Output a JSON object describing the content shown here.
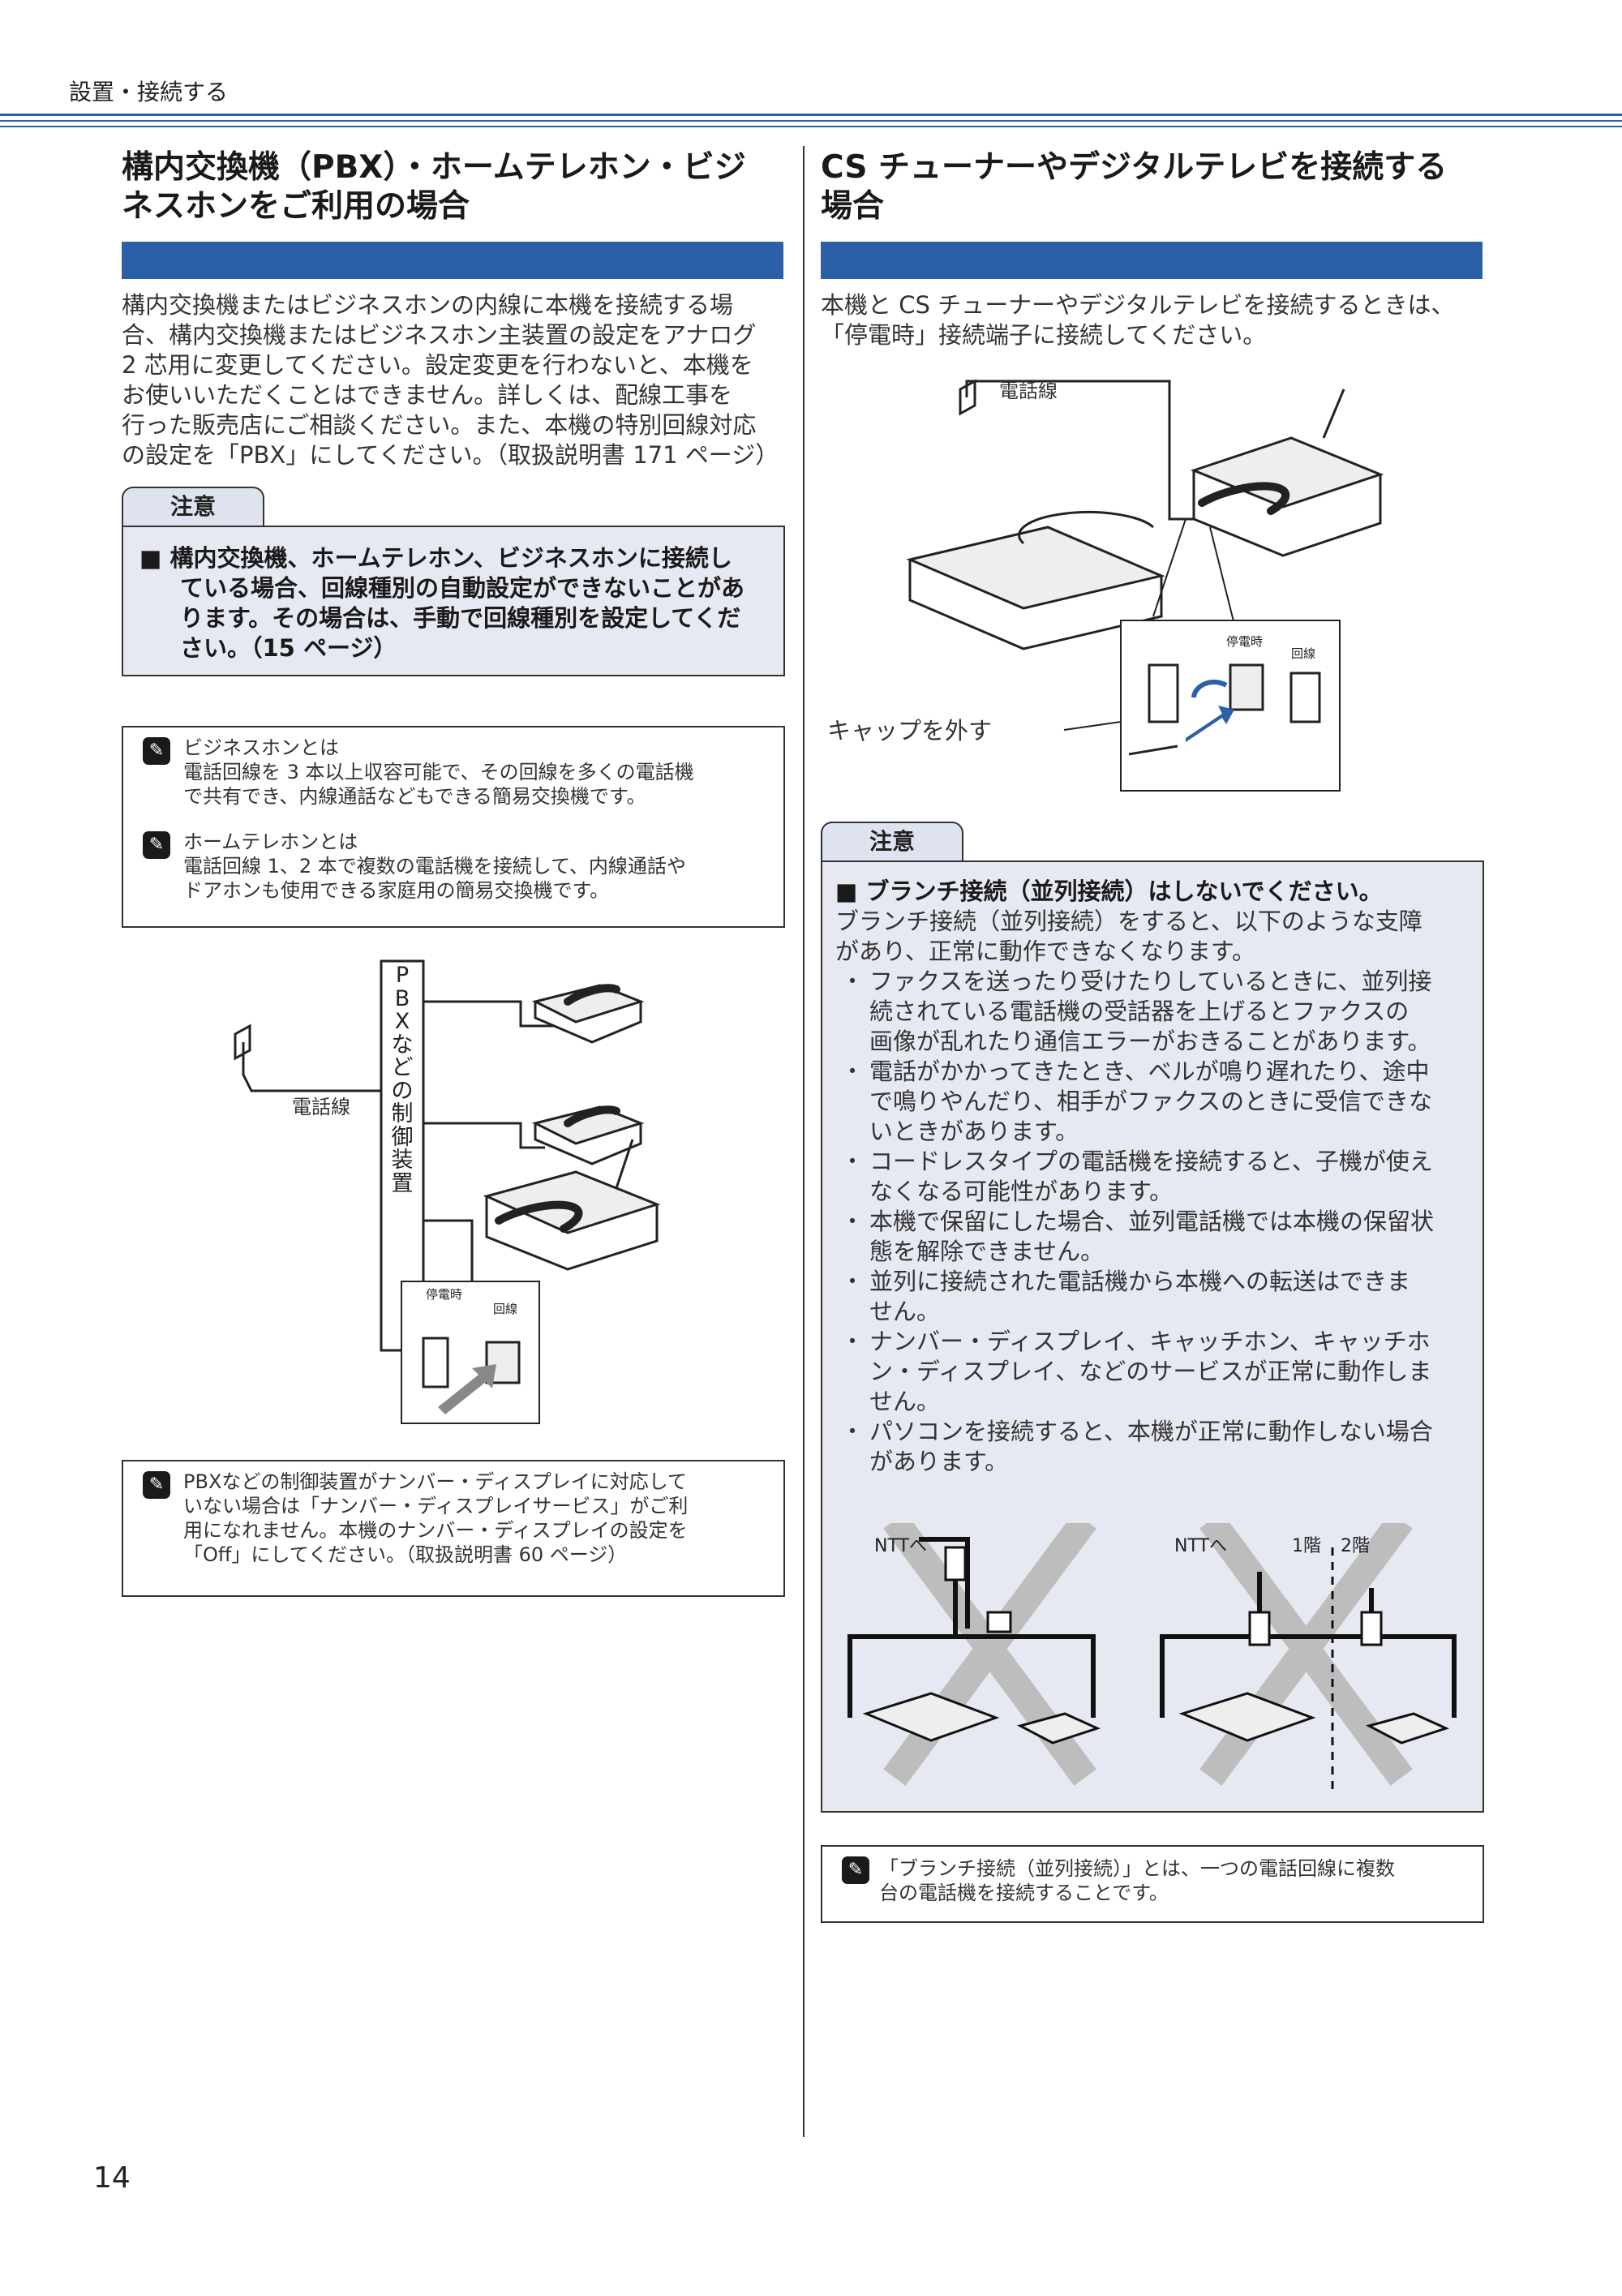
{
  "header": {
    "section": "設置・接続する"
  },
  "left": {
    "title_line1": "構内交換機（PBX）・ホームテレホン・ビジ",
    "title_line2": "ネスホンをご利用の場合",
    "body": [
      "構内交換機またはビジネスホンの内線に本機を接続する場",
      "合、構内交換機またはビジネスホン主装置の設定をアナログ",
      "2 芯用に変更してください。設定変更を行わないと、本機を",
      "お使いいただくことはできません。詳しくは、配線工事を",
      "行った販売店にご相談ください。また、本機の特別回線対応",
      "の設定を「PBX」にしてください。（取扱説明書 171 ページ）"
    ],
    "caution_label": "注意",
    "caution_lines": [
      "■  構内交換機、ホームテレホン、ビジネスホンに接続し",
      "ている場合、回線種別の自動設定ができないことがあ",
      "ります。その場合は、手動で回線種別を設定してくだ",
      "さい。（15 ページ）"
    ],
    "memo1": {
      "item1_title": "ビジネスホンとは",
      "item1_line1": "電話回線を 3 本以上収容可能で、その回線を多くの電話機",
      "item1_line2": "で共有でき、内線通話などもできる簡易交換機です。",
      "item2_title": "ホームテレホンとは",
      "item2_line1": "電話回線 1、2 本で複数の電話機を接続して、内線通話や",
      "item2_line2": "ドアホンも使用できる家庭用の簡易交換機です。"
    },
    "diagram": {
      "pbx_label": [
        "P",
        "B",
        "X",
        "な",
        "ど",
        "の",
        "制",
        "御",
        "装",
        "置"
      ],
      "line_label": "電話線",
      "teidenji": "停電時",
      "kaisen": "回線"
    },
    "memo2": [
      "PBXなどの制御装置がナンバー・ディスプレイに対応して",
      "いない場合は「ナンバー・ディスプレイサービス」がご利",
      "用になれません。本機のナンバー・ディスプレイの設定を",
      "「Off」にしてください。（取扱説明書 60 ページ）"
    ]
  },
  "right": {
    "title_line1": "CS チューナーやデジタルテレビを接続する",
    "title_line2": "場合",
    "body": [
      "本機と CS チューナーやデジタルテレビを接続するときは、",
      "「停電時」接続端子に接続してください。"
    ],
    "diagram": {
      "line_label": "電話線",
      "cap_label": "キャップを外す",
      "teidenji": "停電時",
      "kaisen": "回線"
    },
    "caution_label": "注意",
    "caution_heading": "■  ブランチ接続（並列接続）はしないでください。",
    "caution_intro": [
      "ブランチ接続（並列接続）をすると、以下のような支障",
      "があり、正常に動作できなくなります。"
    ],
    "bullets": [
      [
        "ファクスを送ったり受けたりしているときに、並列接",
        "続されている電話機の受話器を上げるとファクスの",
        "画像が乱れたり通信エラーがおきることがあります。"
      ],
      [
        "電話がかかってきたとき、ベルが鳴り遅れたり、途中",
        "で鳴りやんだり、相手がファクスのときに受信できな",
        "いときがあります。"
      ],
      [
        "コードレスタイプの電話機を接続すると、子機が使え",
        "なくなる可能性があります。"
      ],
      [
        "本機で保留にした場合、並列電話機では本機の保留状",
        "態を解除できません。"
      ],
      [
        "並列に接続された電話機から本機への転送はできま",
        "せん。"
      ],
      [
        "ナンバー・ディスプレイ、キャッチホン、キャッチホ",
        "ン・ディスプレイ、などのサービスが正常に動作しま",
        "せん。"
      ],
      [
        "パソコンを接続すると、本機が正常に動作しない場合",
        "があります。"
      ]
    ],
    "bullet_mark": "・",
    "branch_diagram": {
      "ntt1": "NTTへ",
      "ntt2": "NTTへ",
      "floor1": "1階",
      "floor2": "2階"
    },
    "memo": [
      "「ブランチ接続（並列接続）」とは、一つの電話回線に複数",
      "台の電話機を接続することです。"
    ]
  },
  "page_number": "14",
  "colors": {
    "accent_blue": "#2b5fa8",
    "note_bg": "#e6e8f2",
    "cross_gray": "#bdbdbd"
  }
}
